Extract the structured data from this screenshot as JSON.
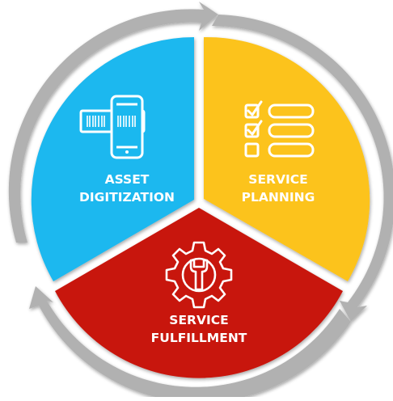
{
  "segments": [
    {
      "id": "asset-digitization",
      "line1": "ASSET",
      "line2": "DIGITIZATION",
      "color": "#1ab8ef",
      "icon": "phone-barcode-scanner-icon"
    },
    {
      "id": "service-planning",
      "line1": "SERVICE",
      "line2": "PLANNING",
      "color": "#fcc31c",
      "icon": "checklist-icon"
    },
    {
      "id": "service-fulfillment",
      "line1": "SERVICE",
      "line2": "FULFILLMENT",
      "color": "#c8190e",
      "icon": "gear-wrench-icon"
    }
  ],
  "colors": {
    "ring": "#b1b1b1",
    "ring_shadow": "#8d8d8d",
    "label": "#ffffff"
  }
}
